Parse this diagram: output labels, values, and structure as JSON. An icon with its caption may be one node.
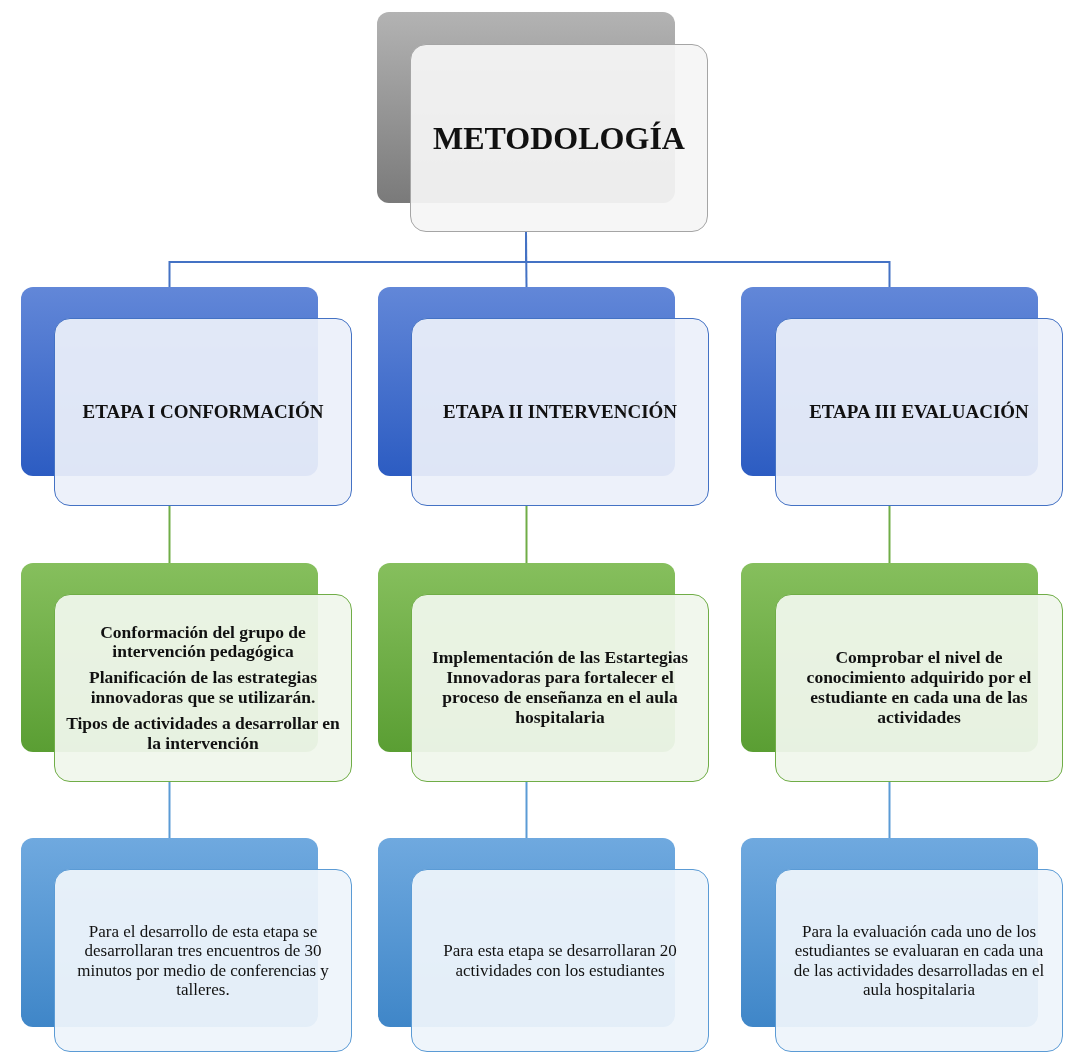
{
  "diagram": {
    "nodes": [
      {
        "text": [
          "METODOLOGÍA"
        ]
      },
      {
        "text": [
          "ETAPA I CONFORMACIÓN"
        ]
      },
      {
        "text": [
          "ETAPA II INTERVENCIÓN"
        ]
      },
      {
        "text": [
          "ETAPA III EVALUACIÓN"
        ]
      },
      {
        "text": [
          "Conformación del grupo de intervención pedagógica",
          "Planificación de las estrategias innovadoras que se utilizarán.",
          "Tipos de actividades a desarrollar en la intervención"
        ]
      },
      {
        "text": [
          "Implementación de las Estartegias Innovadoras para fortalecer el proceso de enseñanza en el aula hospitalaria"
        ]
      },
      {
        "text": [
          "Comprobar el nivel de conocimiento adquirido por el estudiante en cada una de las actividades"
        ]
      },
      {
        "text": [
          "Para el desarrollo de esta etapa se desarrollaran tres encuentros de 30 minutos por medio de conferencias y talleres."
        ]
      },
      {
        "text": [
          "Para esta etapa se desarrollaran 20 actividades con los estudiantes"
        ]
      },
      {
        "text": [
          "Para la evaluación cada uno de los estudiantes se evaluaran en cada una de las actividades desarrolladas en el aula hospitalaria"
        ]
      }
    ],
    "edges": [
      {
        "from": 0,
        "to": 1,
        "arrow": "none",
        "color": "#4472c4"
      },
      {
        "from": 0,
        "to": 2,
        "arrow": "none",
        "color": "#4472c4"
      },
      {
        "from": 0,
        "to": 3,
        "arrow": "none",
        "color": "#4472c4"
      },
      {
        "from": 1,
        "to": 4,
        "arrow": "none",
        "color": "#70ad47"
      },
      {
        "from": 2,
        "to": 5,
        "arrow": "none",
        "color": "#70ad47"
      },
      {
        "from": 3,
        "to": 6,
        "arrow": "none",
        "color": "#70ad47"
      },
      {
        "from": 4,
        "to": 7,
        "arrow": "none",
        "color": "#5b9bd5"
      },
      {
        "from": 5,
        "to": 8,
        "arrow": "none",
        "color": "#5b9bd5"
      },
      {
        "from": 6,
        "to": 9,
        "arrow": "none",
        "color": "#5b9bd5"
      }
    ]
  }
}
